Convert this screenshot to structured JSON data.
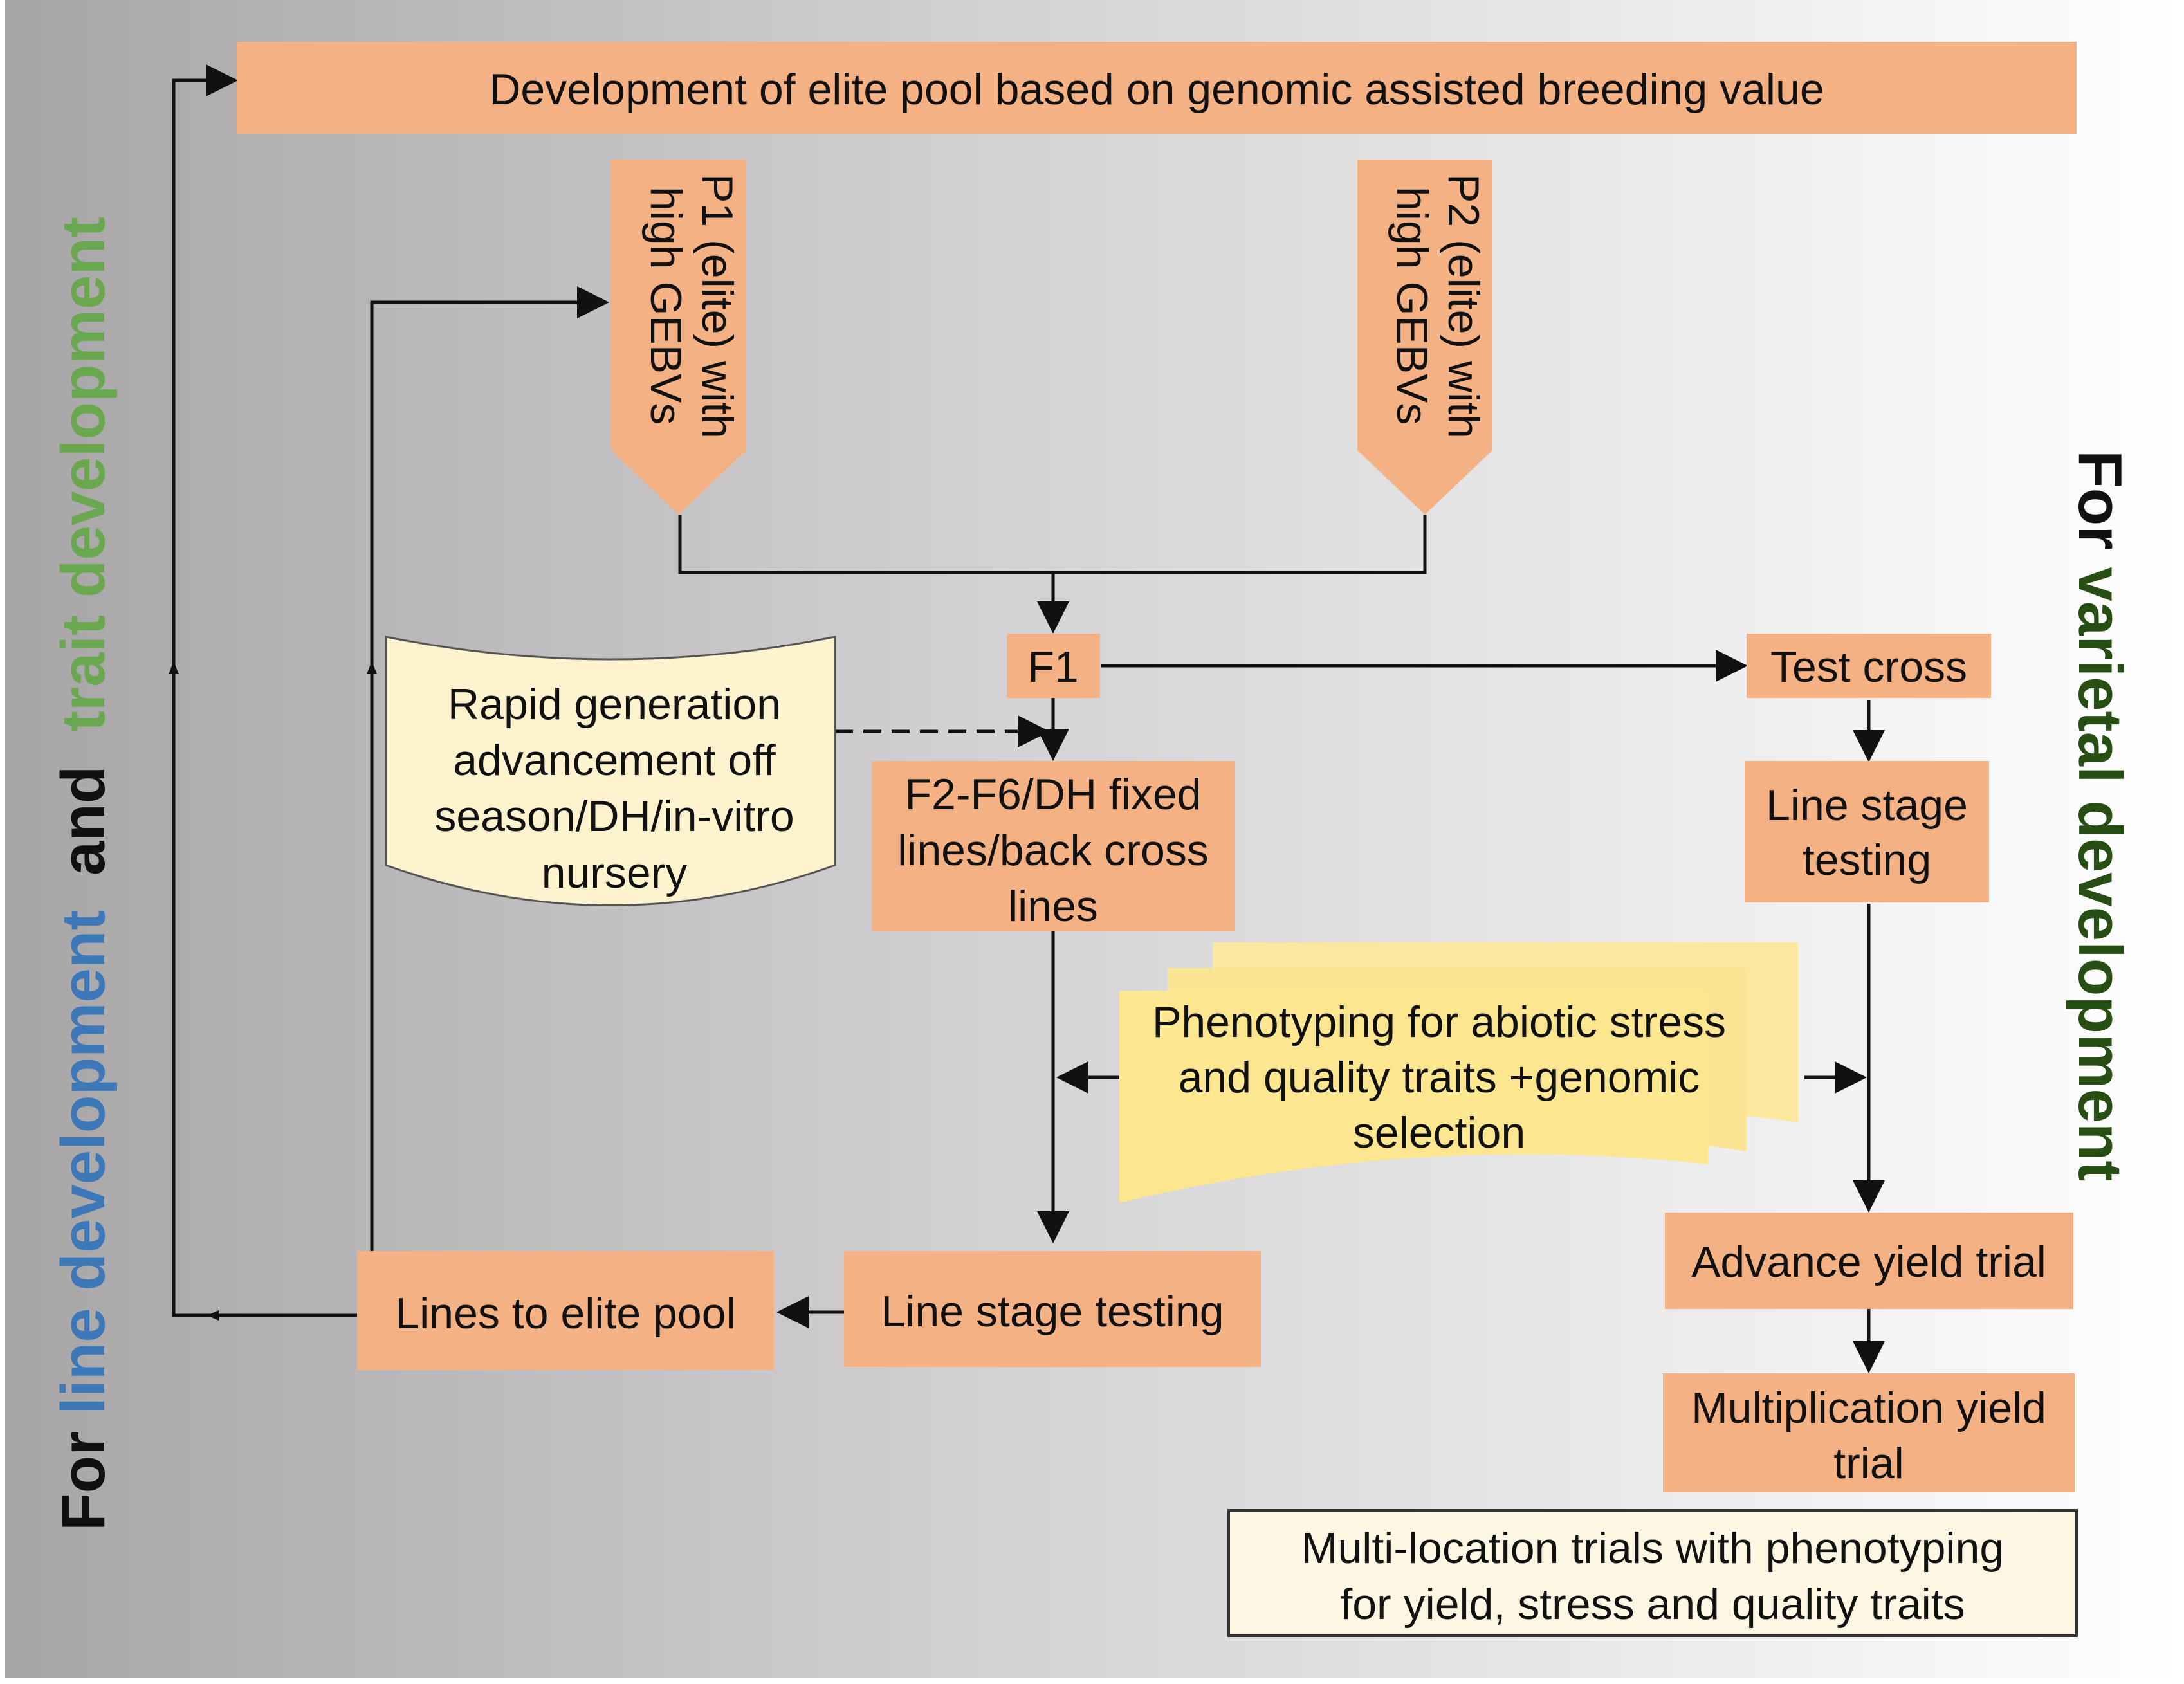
{
  "colors": {
    "box_fill": "#f4b183",
    "cylinder_fill": "#fdf3cf",
    "note_fill": "#fbe490",
    "legend_fill": "#fdf6e3",
    "line_color": "#111111",
    "blue": "#3d78b8",
    "green": "#6aa84f",
    "dark_green": "#274e13",
    "black": "#111111"
  },
  "top_banner": "Development of elite pool based on genomic assisted breeding value",
  "parent1": [
    "P1 (elite) with",
    "high GEBVs"
  ],
  "parent2": [
    "P2 (elite) with",
    "high GEBVs"
  ],
  "f1": "F1",
  "rapid_generation": [
    "Rapid generation",
    "advancement off",
    "season/DH/in-vitro",
    "nursery"
  ],
  "fixed_lines": [
    "F2-F6/DH fixed",
    "lines/back cross",
    "lines"
  ],
  "test_cross": "Test cross",
  "line_stage_right": [
    "Line stage",
    "testing"
  ],
  "phenotyping": [
    "Phenotyping for abiotic stress",
    "and quality traits +genomic",
    "selection"
  ],
  "line_stage_bottom": "Line stage testing",
  "lines_to_elite": "Lines to elite pool",
  "advance_yield": "Advance yield trial",
  "multiplication_yield": [
    "Multiplication yield",
    "trial"
  ],
  "multi_location": [
    "Multi-location trials with phenotyping",
    "for yield, stress and quality traits"
  ],
  "left_label": {
    "for": "For ",
    "line_dev": "line development",
    "and": "  and  ",
    "trait_dev": "trait development"
  },
  "right_label": {
    "for": "For ",
    "varietal": "varietal development"
  }
}
